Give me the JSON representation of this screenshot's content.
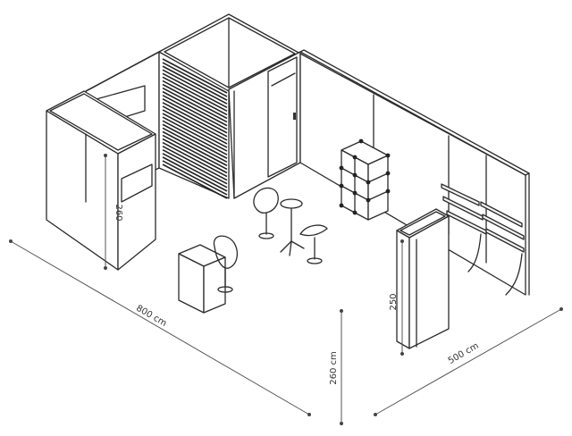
{
  "dimensions": {
    "length": "800 cm",
    "width": "500 cm",
    "height": "260 cm",
    "column_height": "260",
    "tower_height": "250"
  }
}
